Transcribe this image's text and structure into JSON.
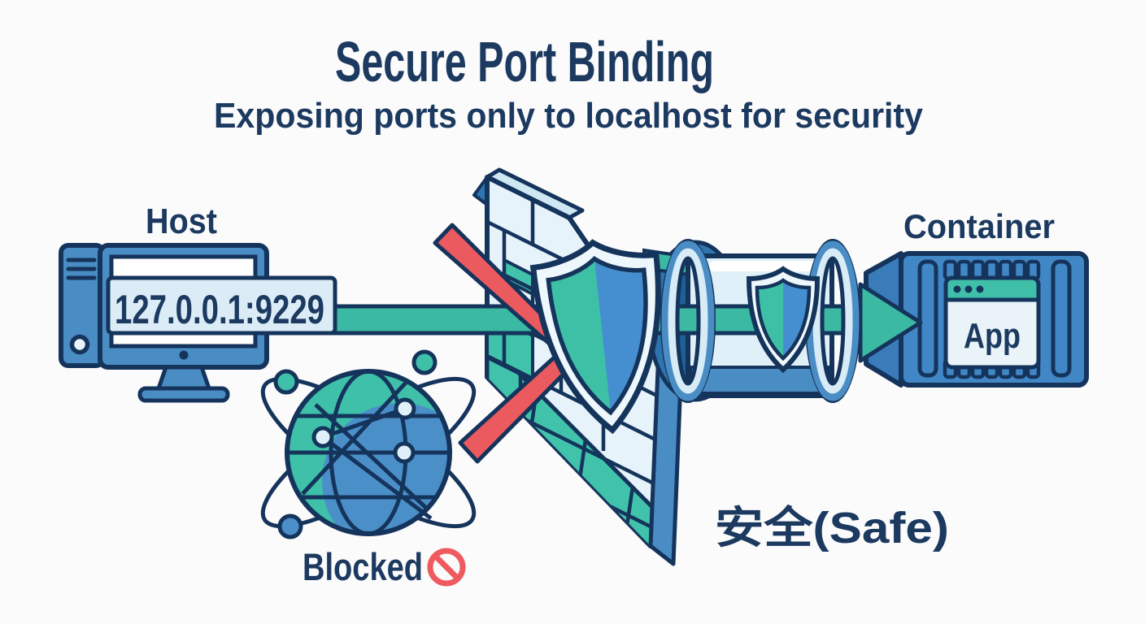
{
  "title": "Secure Port Binding",
  "subtitle": "Exposing ports only to localhost for security",
  "host": {
    "label": "Host",
    "address": "127.0.0.1:9229"
  },
  "firewall": {
    "blocked_label": "Blocked",
    "safe_label": "安全(Safe)"
  },
  "container": {
    "label": "Container",
    "app_label": "App"
  },
  "colors": {
    "navy_outline": "#15345c",
    "text_navy": "#1c3a60",
    "blue": "#4a8dc4",
    "dark_blue": "#2e74ae",
    "deep_blue": "#1e5f96",
    "teal": "#3bb9a2",
    "red": "#ea5a5e",
    "light_blue_fill": "#dcecf7",
    "brick_fill": "#e7f3fa",
    "background": "#fbfbfc"
  }
}
